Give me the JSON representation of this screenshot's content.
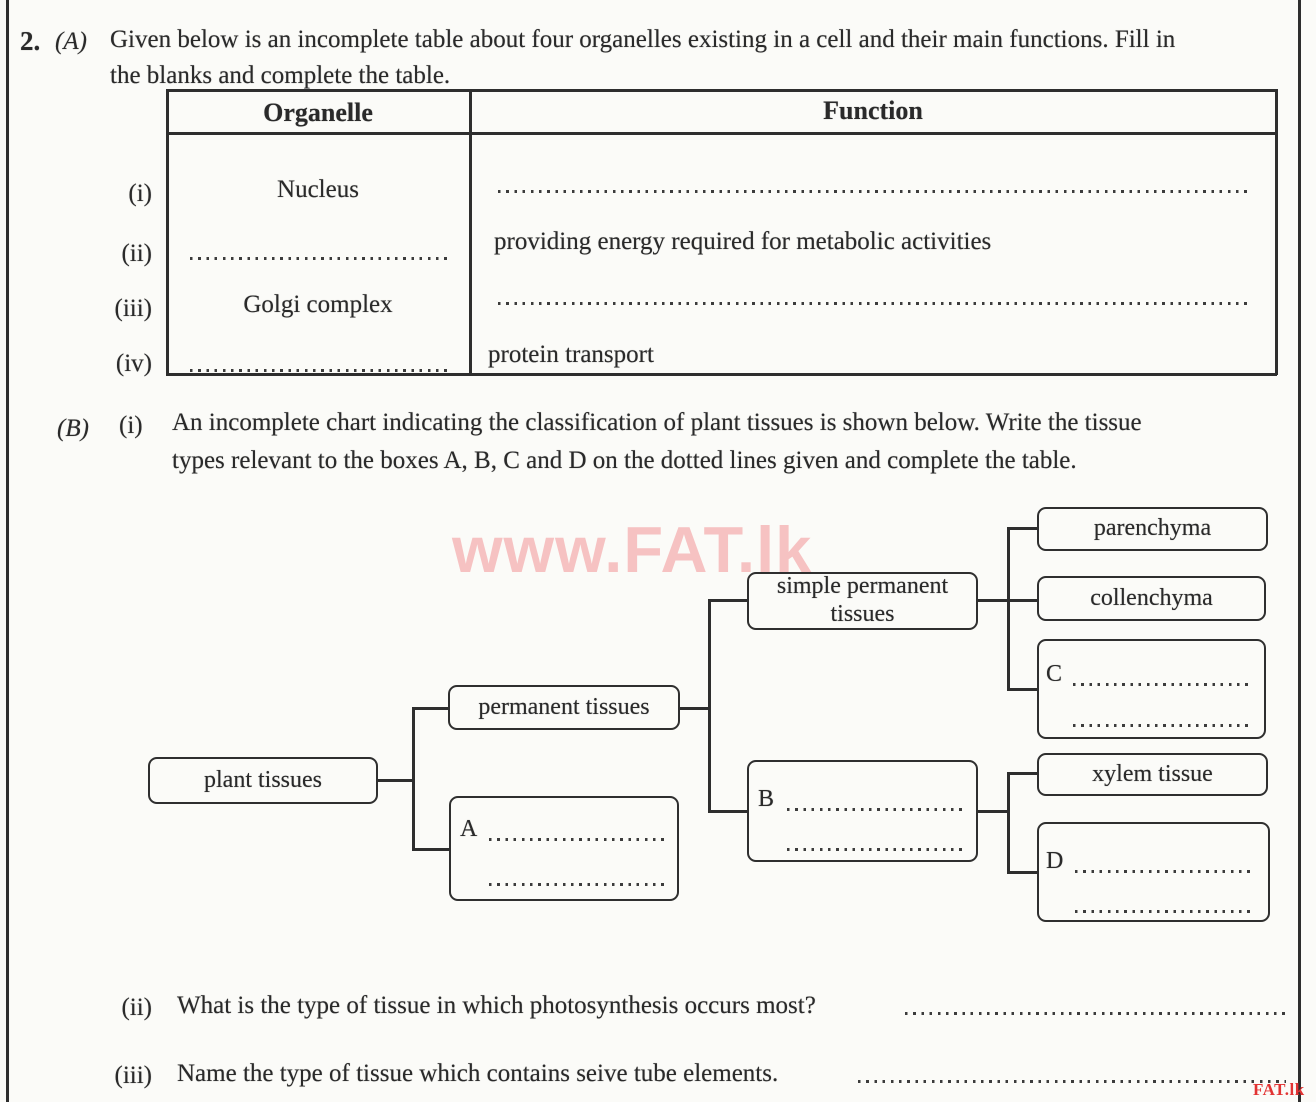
{
  "page": {
    "question_number": "2.",
    "part_a_label": "(A)",
    "part_a_line1": "Given below is an incomplete table about four organelles existing in a cell and their main functions. Fill in",
    "part_a_line2": "the blanks and complete the table.",
    "part_b_label": "(B)",
    "part_b_item1_label": "(i)",
    "part_b_line1": "An incomplete chart indicating the classification of plant tissues is shown below. Write the tissue",
    "part_b_line2": "types relevant to the boxes A, B, C and D on the dotted lines given and complete the table.",
    "q2_label": "(ii)",
    "q2_text": "What is the type of tissue in which photosynthesis occurs most?",
    "q3_label": "(iii)",
    "q3_text": "Name the type of tissue which contains seive tube elements."
  },
  "table": {
    "header_organelle": "Organelle",
    "header_function": "Function",
    "rows": [
      {
        "label": "(i)",
        "organelle": "Nucleus",
        "function": ""
      },
      {
        "label": "(ii)",
        "organelle": "",
        "function": "providing energy required for metabolic activities"
      },
      {
        "label": "(iii)",
        "organelle": "Golgi complex",
        "function": ""
      },
      {
        "label": "(iv)",
        "organelle": "",
        "function": "protein transport"
      }
    ]
  },
  "diagram": {
    "root": "plant tissues",
    "permanent": "permanent tissues",
    "a_prefix": "A",
    "simple_line1": "simple permanent",
    "simple_line2": "tissues",
    "b_prefix": "B",
    "parenchyma": "parenchyma",
    "collenchyma": "collenchyma",
    "c_prefix": "C",
    "xylem": "xylem tissue",
    "d_prefix": "D"
  },
  "watermark": "www.FAT.lk",
  "footer_mark": "FAT.lk",
  "colors": {
    "watermark_pink": "#f6c2c2",
    "footer_red": "#e23333",
    "ink": "#2a2a2a"
  }
}
